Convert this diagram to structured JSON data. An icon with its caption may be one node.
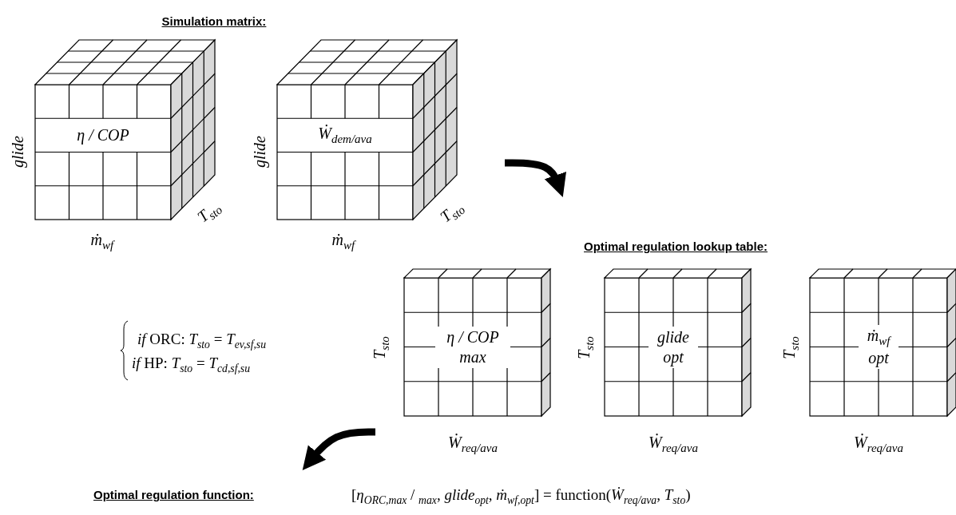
{
  "diagram": {
    "nodes": [
      {
        "text": [
          "η / COP"
        ],
        "beside": [
          "glide",
          "ṁ$_{wf}$",
          "T$_{sto}$"
        ]
      },
      {
        "text": [
          "Ẇ$_{dem/ava}$"
        ],
        "beside": [
          "glide",
          "ṁ$_{wf}$",
          "T$_{sto}$"
        ]
      },
      {
        "text": [
          "η / COP max"
        ],
        "beside": [
          "T$_{sto}$",
          "Ẇ$_{req/ava}$"
        ]
      },
      {
        "text": [
          "glide opt"
        ],
        "beside": [
          "T$_{sto}$",
          "Ẇ$_{req/ava}$"
        ]
      },
      {
        "text": [
          "ṁ$_{wf}$ opt"
        ],
        "beside": [
          "T$_{sto}$",
          "Ẇ$_{req/ava}$"
        ]
      },
      {
        "text": [
          "Optimal regulation function:"
        ]
      }
    ],
    "edges": [
      {
        "from": 1,
        "to": 2,
        "arrow": "to"
      },
      {
        "from": 2,
        "to": 5,
        "arrow": "to"
      }
    ],
    "labels": [
      "Simulation matrix:",
      "Optimal regulation lookup table:",
      "*if* ORC: *T*$_{sto}$ = *T*$_{ev,sf,su}$",
      "*if* HP: *T*$_{sto}$ = *T*$_{cd,sf,su}$",
      "[*η*$_{ORC,max}$ / $_{max}$, *glide*$_{opt}$, *ṁ*$_{wf,opt}$] = function(*Ẇ*$_{req/ava}$, *T*$_{sto}$)"
    ]
  }
}
